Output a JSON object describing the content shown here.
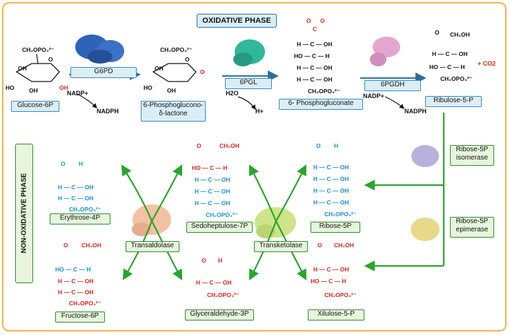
{
  "oxidative_title": "OXIDATIVE PHASE",
  "nonoxidative_title": "NON-OXIDATIVE PHASE",
  "enzymes": {
    "g6pd": "G6PD",
    "pgl": "6PGL",
    "pgdh": "6PGDH",
    "r5p_isomerase": "Ribose-5P isomerase",
    "r5p_epimerase": "Ribose-5P epimerase",
    "transaldolase": "Transaldolase",
    "transketolase": "Transketolase"
  },
  "metabolites": {
    "glucose6p": "Glucose-6P",
    "phosphoglucono_lactone": "6-Phosphoglucono-δ-lactone",
    "phosphogluconate": "6- Phosphogluconate",
    "ribulose5p": "Ribulose-5-P",
    "erythrose4p": "Erythrose-4P",
    "sedoheptulose7p": "Sedoheptulose-7P",
    "ribose5p": "Ribose-5P",
    "fructose6p": "Fructose-6P",
    "glyceraldehyde3p": "Glyceraldehyde-3P",
    "xilulose5p": "Xilulose-5-P"
  },
  "cofactors": {
    "nadp1": "NADP+",
    "nadph1": "NADPH",
    "h2o": "H2O",
    "hplus": "H+",
    "nadp2": "NADP+",
    "nadph2": "NADPH",
    "co2": "+ CO2"
  },
  "colors": {
    "border": "#f2b34a",
    "arrow_blue": "#2c6fa0",
    "arrow_green": "#2aa52a",
    "red": "#d6261c",
    "blue": "#1a8fd0"
  }
}
